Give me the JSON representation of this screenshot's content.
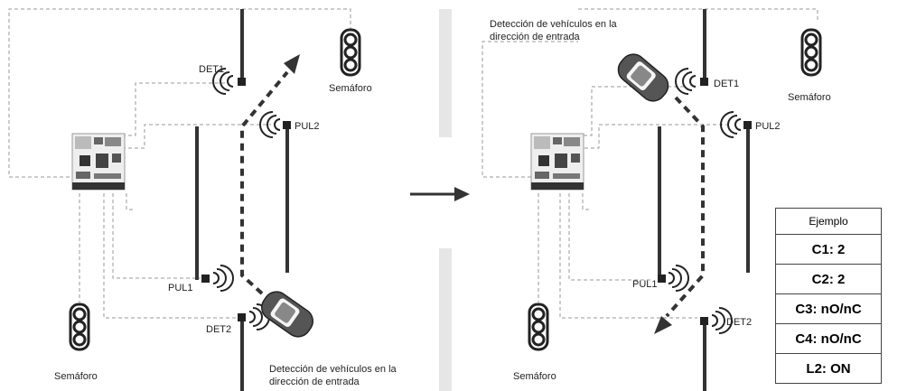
{
  "left_panel": {
    "det1": "DET1",
    "det2": "DET2",
    "pul1": "PUL1",
    "pul2": "PUL2",
    "semaforo_top": "Semáforo",
    "semaforo_bottom": "Semáforo",
    "detection_line1": "Detección de vehículos en la",
    "detection_line2": "dirección de entrada"
  },
  "right_panel": {
    "det1": "DET1",
    "det2": "DET2",
    "pul1": "PUL1",
    "pul2": "PUL2",
    "semaforo_top": "Semáforo",
    "semaforo_bottom": "Semáforo",
    "detection_line1": "Detección de vehículos en la",
    "detection_line2": "dirección de entrada"
  },
  "table": {
    "header": "Ejemplo",
    "rows": [
      "C1: 2",
      "C2: 2",
      "C3: nO/nC",
      "C4: nO/nC",
      "L2: ON"
    ]
  },
  "icons": [
    "arrow-right-icon",
    "traffic-light-icon",
    "car-icon",
    "signal-icon",
    "control-board-icon"
  ]
}
